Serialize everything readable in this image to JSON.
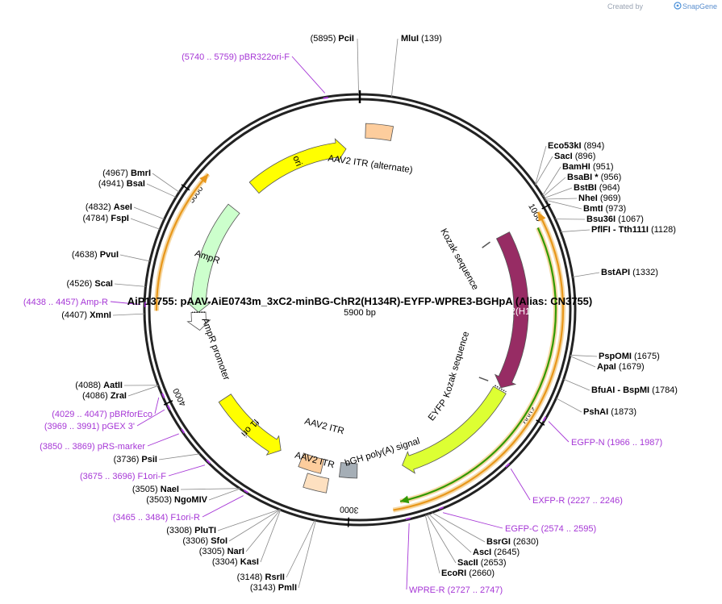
{
  "brand": {
    "created_by": "Created by",
    "name": "SnapGene"
  },
  "plasmid": {
    "name": "AiP13755: pAAV-AiE0743m_3xC2-minBG-ChR2(H134R)-EYFP-WPRE3-BGHpA (Alias: CN3755)",
    "size": "5900 bp",
    "length": 5900
  },
  "ticks": [
    {
      "pos": 1000,
      "label": "1000"
    },
    {
      "pos": 2000,
      "label": "2000"
    },
    {
      "pos": 3000,
      "label": "3000"
    },
    {
      "pos": 4000,
      "label": "4000"
    },
    {
      "pos": 5000,
      "label": "5000"
    }
  ],
  "features": [
    {
      "name": "ori",
      "start": 5230,
      "end": 5820,
      "direction": "forward",
      "color": "#ffff00",
      "ring": "inner2",
      "label_inside": true
    },
    {
      "name": "AAV2 ITR (alternate)",
      "start": 30,
      "end": 170,
      "direction": "none",
      "color": "#fdcd9d",
      "ring": "inner3",
      "label_inside": false
    },
    {
      "name": "ChR2(H134R)",
      "start": 1025,
      "end": 1950,
      "direction": "forward",
      "color": "#972c64",
      "ring": "inner2",
      "label_inside": true
    },
    {
      "name": "EYFP",
      "start": 1965,
      "end": 2700,
      "direction": "forward",
      "color": "#ddff33",
      "ring": "inner2",
      "label_inside": false
    },
    {
      "name": "bGH poly(A) signal",
      "start": 2965,
      "end": 3065,
      "direction": "none",
      "color": "#a5aeb6",
      "ring": "inner2",
      "label_inside": false
    },
    {
      "name": "AAV2 ITR",
      "start": 3170,
      "end": 3300,
      "direction": "none",
      "color": "#fdcd9d",
      "ring": "inner2",
      "label_inside": false
    },
    {
      "name": "AAV2 ITR",
      "start": 3120,
      "end": 3240,
      "direction": "none",
      "color": "#fde0c0",
      "ring": "inner3",
      "label_inside": false
    },
    {
      "name": "f1 ori",
      "start": 3430,
      "end": 3880,
      "direction": "reverse",
      "color": "#ffff00",
      "ring": "inner2",
      "label_inside": true
    },
    {
      "name": "AmpR",
      "start": 4410,
      "end": 5060,
      "direction": "reverse",
      "color": "#ccffcc",
      "ring": "inner2",
      "label_inside": true
    },
    {
      "name": "AmpR promoter",
      "start": 4305,
      "end": 4410,
      "direction": "reverse",
      "color": "#ffffff",
      "ring": "inner2",
      "label_inside": false
    }
  ],
  "outer_arcs": [
    {
      "start": 1005,
      "end": 2795,
      "color": "#e8971b",
      "ring": 1,
      "arrow": "reverse"
    },
    {
      "start": 1070,
      "end": 2755,
      "color": "#339900",
      "ring": 2,
      "arrow": "forward"
    },
    {
      "start": 4420,
      "end": 5110,
      "color": "#e8971b",
      "ring": 1,
      "arrow": "forward"
    }
  ],
  "kozak": [
    {
      "label": "Kozak sequence",
      "pos": 1035
    },
    {
      "label": "Kozak sequence",
      "pos": 1960
    }
  ],
  "enzymes_right": [
    {
      "name": "Eco53kI",
      "pos": "(894)",
      "site": 894
    },
    {
      "name": "SacI",
      "pos": "(896)",
      "site": 896
    },
    {
      "name": "BamHI",
      "pos": "(951)",
      "site": 951
    },
    {
      "name": "BsaBI *",
      "pos": "(956)",
      "site": 956
    },
    {
      "name": "BstBI",
      "pos": "(964)",
      "site": 964
    },
    {
      "name": "NheI",
      "pos": "(969)",
      "site": 969
    },
    {
      "name": "BmtI",
      "pos": "(973)",
      "site": 973
    },
    {
      "name": "Bsu36I",
      "pos": "(1067)",
      "site": 1067
    },
    {
      "name": "PflFI - Tth111I",
      "pos": "(1128)",
      "site": 1128
    },
    {
      "name": "BstAPI",
      "pos": "(1332)",
      "site": 1332
    },
    {
      "name": "PspOMI",
      "pos": "(1675)",
      "site": 1675
    },
    {
      "name": "ApaI",
      "pos": "(1679)",
      "site": 1679
    },
    {
      "name": "BfuAI - BspMI",
      "pos": "(1784)",
      "site": 1784
    },
    {
      "name": "PshAI",
      "pos": "(1873)",
      "site": 1873
    },
    {
      "name": "BsrGI",
      "pos": "(2630)",
      "site": 2630
    },
    {
      "name": "AscI",
      "pos": "(2645)",
      "site": 2645
    },
    {
      "name": "SacII",
      "pos": "(2653)",
      "site": 2653
    },
    {
      "name": "EcoRI",
      "pos": "(2660)",
      "site": 2660
    }
  ],
  "enzymes_left": [
    {
      "name": "PciI",
      "pos": "(5895)",
      "site": 5895
    },
    {
      "name": "MluI",
      "pos": "(139)",
      "site": 139
    },
    {
      "name": "BmrI",
      "pos": "(4967)",
      "site": 4967
    },
    {
      "name": "BsaI",
      "pos": "(4941)",
      "site": 4941
    },
    {
      "name": "AseI",
      "pos": "(4832)",
      "site": 4832
    },
    {
      "name": "FspI",
      "pos": "(4784)",
      "site": 4784
    },
    {
      "name": "PvuI",
      "pos": "(4638)",
      "site": 4638
    },
    {
      "name": "ScaI",
      "pos": "(4526)",
      "site": 4526
    },
    {
      "name": "XmnI",
      "pos": "(4407)",
      "site": 4407
    },
    {
      "name": "AatII",
      "pos": "(4088)",
      "site": 4088
    },
    {
      "name": "ZraI",
      "pos": "(4086)",
      "site": 4086
    },
    {
      "name": "PsiI",
      "pos": "(3736)",
      "site": 3736
    },
    {
      "name": "NaeI",
      "pos": "(3505)",
      "site": 3505
    },
    {
      "name": "NgoMIV",
      "pos": "(3503)",
      "site": 3503
    },
    {
      "name": "PluTI",
      "pos": "(3308)",
      "site": 3308
    },
    {
      "name": "SfoI",
      "pos": "(3306)",
      "site": 3306
    },
    {
      "name": "NarI",
      "pos": "(3305)",
      "site": 3305
    },
    {
      "name": "KasI",
      "pos": "(3304)",
      "site": 3304
    },
    {
      "name": "RsrII",
      "pos": "(3148)",
      "site": 3148
    },
    {
      "name": "PmlI",
      "pos": "(3143)",
      "site": 3143
    }
  ],
  "primers": [
    {
      "name": "pBR322ori-F",
      "range": "(5740 .. 5759)",
      "site": 5750
    },
    {
      "name": "Amp-R",
      "range": "(4438 .. 4457)",
      "site": 4447
    },
    {
      "name": "pBRforEco",
      "range": "(4029 .. 4047)",
      "site": 4038
    },
    {
      "name": "pGEX 3'",
      "range": "(3969 .. 3991)",
      "site": 3980
    },
    {
      "name": "pRS-marker",
      "range": "(3850 .. 3869)",
      "site": 3860
    },
    {
      "name": "F1ori-F",
      "range": "(3675 .. 3696)",
      "site": 3686
    },
    {
      "name": "F1ori-R",
      "range": "(3465 .. 3484)",
      "site": 3475
    },
    {
      "name": "WPRE-R",
      "range": "(2727 .. 2747)",
      "site": 2737
    },
    {
      "name": "EGFP-C",
      "range": "(2574 .. 2595)",
      "site": 2585
    },
    {
      "name": "EXFP-R",
      "range": "(2227 .. 2246)",
      "site": 2237
    },
    {
      "name": "EGFP-N",
      "range": "(1966 .. 1987)",
      "site": 1977
    }
  ],
  "colors": {
    "backbone": "#222222",
    "primer": "#a637d6",
    "leader": "#888888"
  }
}
